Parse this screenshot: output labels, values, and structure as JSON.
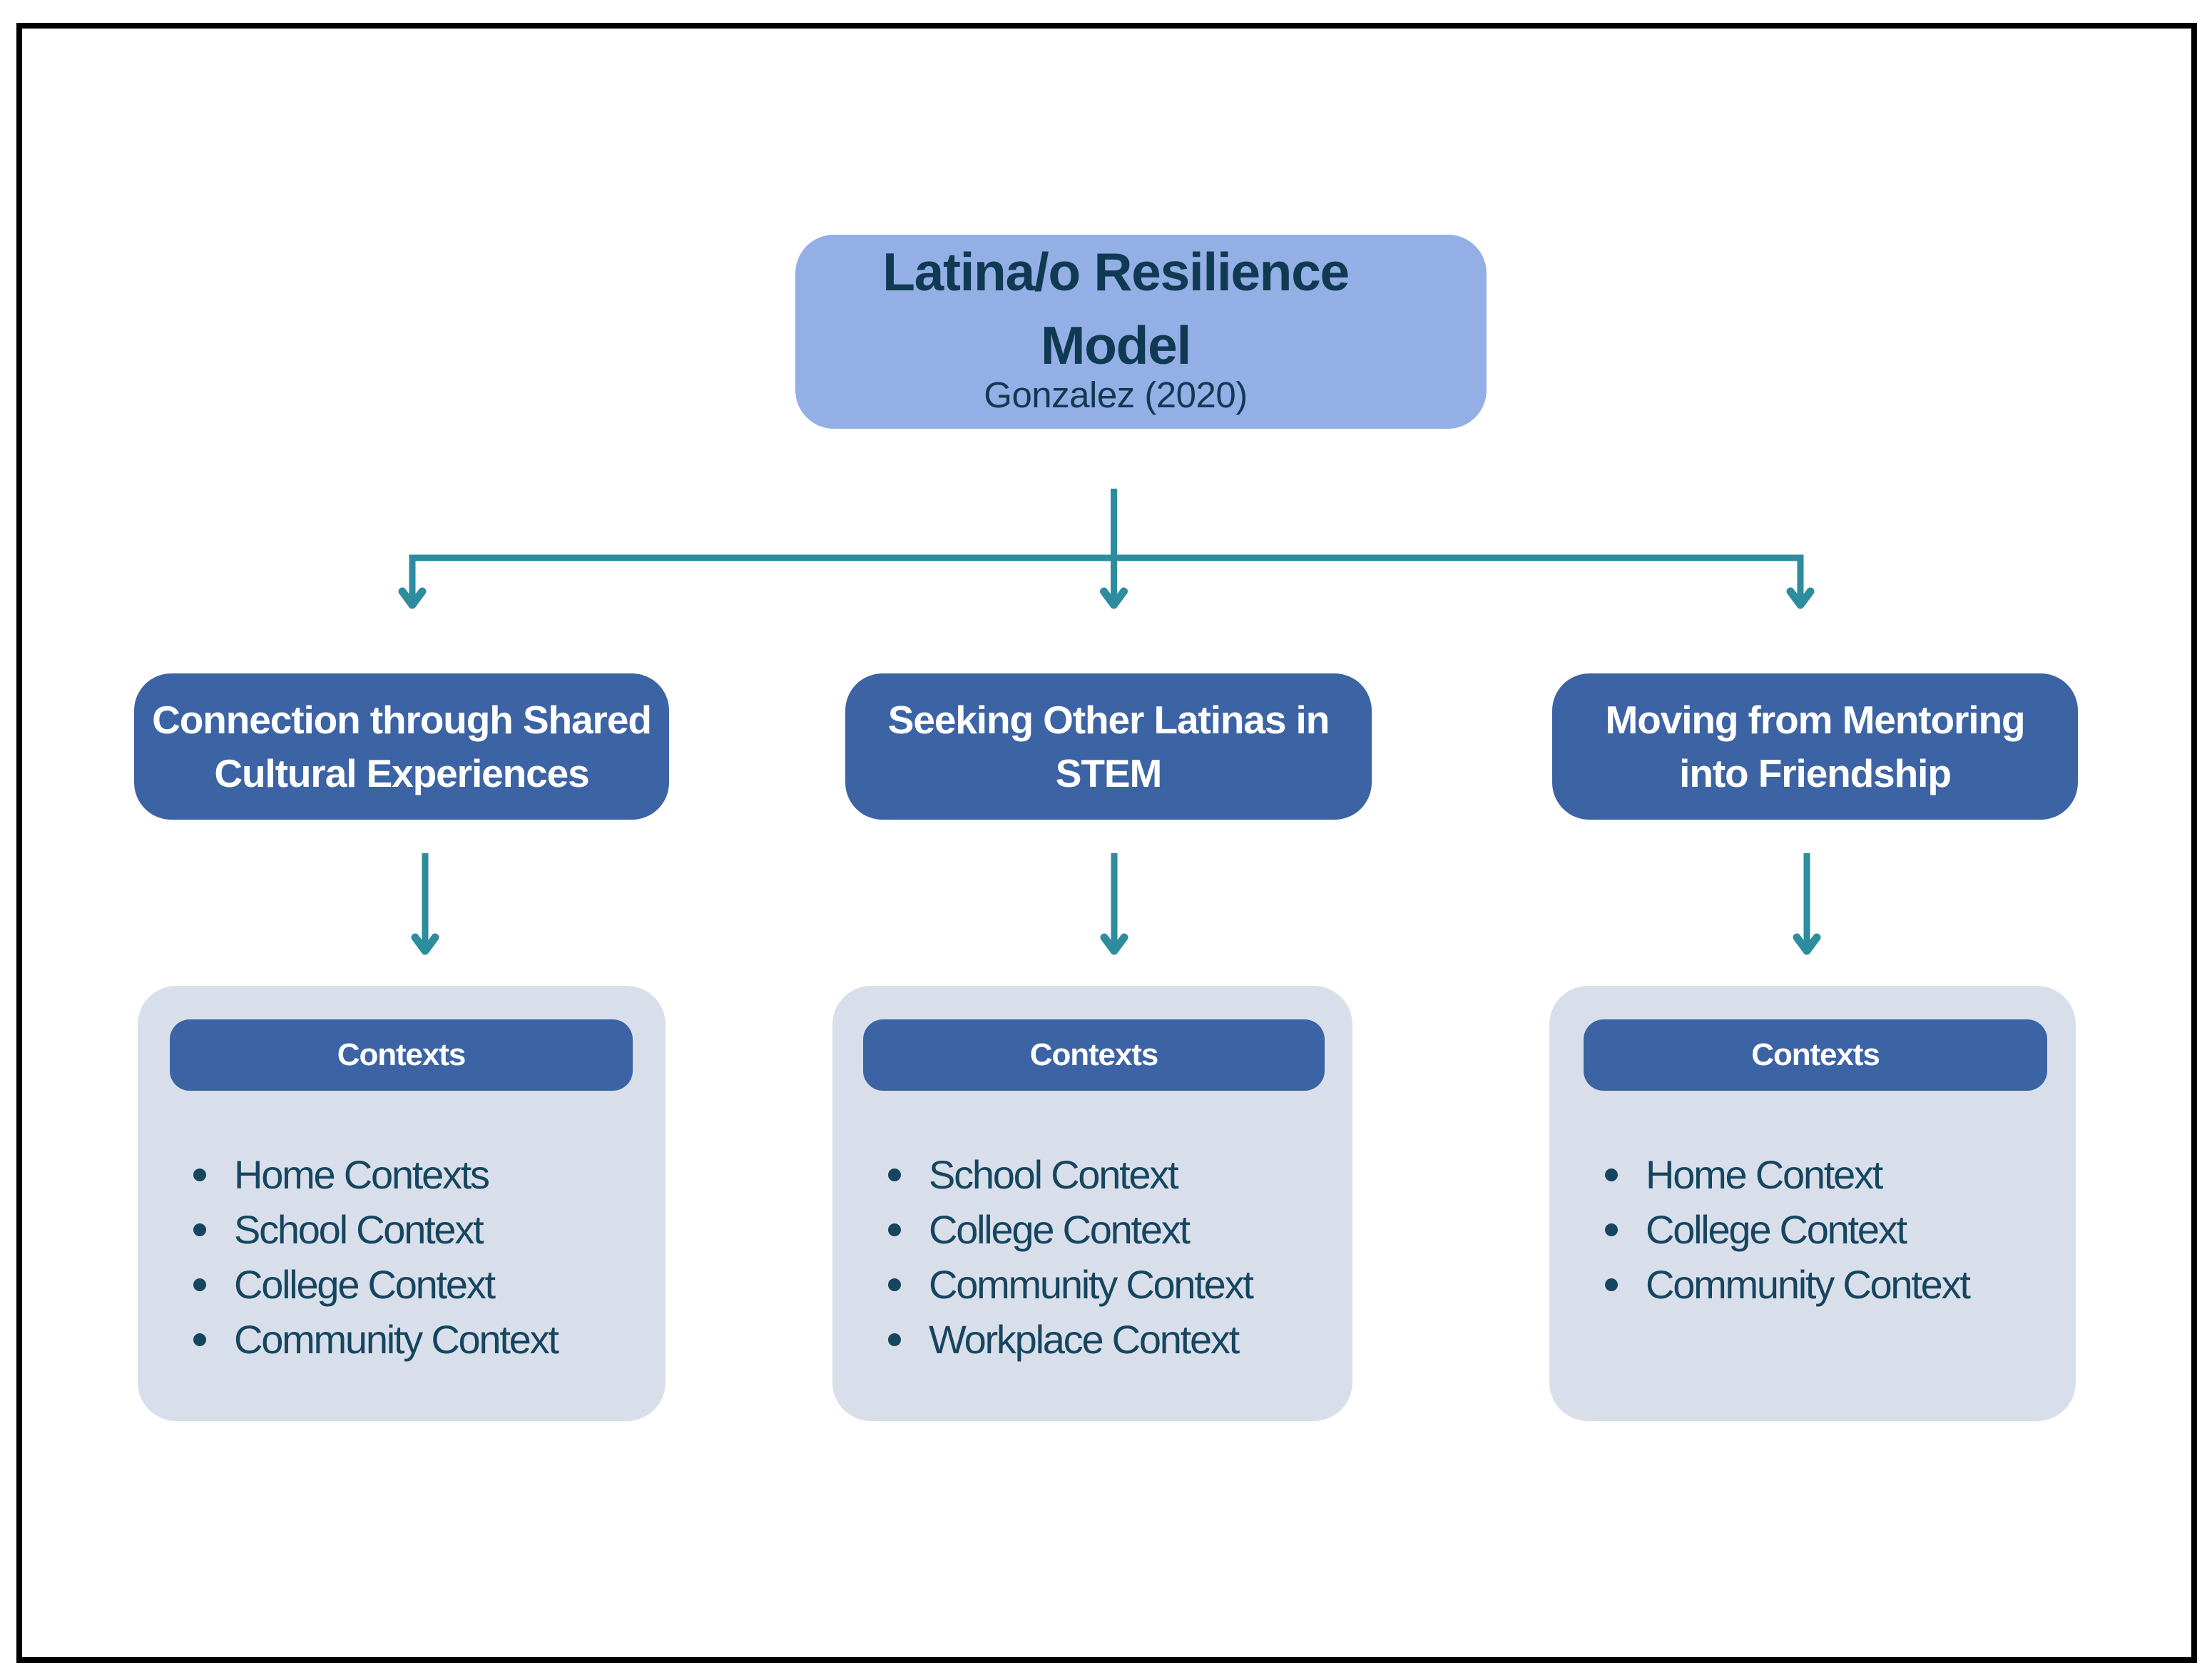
{
  "figure": {
    "type": "flow-diagram",
    "background": "#ffffff",
    "border_color": "#000000"
  },
  "colors": {
    "root_box_fill": "#93AFE6",
    "branch_box_fill": "#3C63A4",
    "context_box_fill": "#D9DFEA",
    "arrow": "#2D8C9E",
    "dark_text": "#103A52",
    "list_text": "#16455F",
    "light_text": "#ffffff"
  },
  "root": {
    "title_lines": [
      "Latina/o Resilience",
      "Model"
    ],
    "subtitle": "Gonzalez (2020)"
  },
  "branches": [
    {
      "label_lines": [
        "Connection through Shared",
        "Cultural Experiences"
      ],
      "contexts_header": "Contexts",
      "items": [
        "Home Contexts",
        "School Context",
        "College Context",
        "Community Context"
      ]
    },
    {
      "label_lines": [
        "Seeking Other Latinas in",
        "STEM"
      ],
      "contexts_header": "Contexts",
      "items": [
        "School Context",
        "College Context",
        "Community Context",
        "Workplace Context"
      ]
    },
    {
      "label_lines": [
        "Moving from Mentoring",
        "into Friendship"
      ],
      "contexts_header": "Contexts",
      "items": [
        "Home Context",
        "College Context",
        "Community Context"
      ]
    }
  ]
}
